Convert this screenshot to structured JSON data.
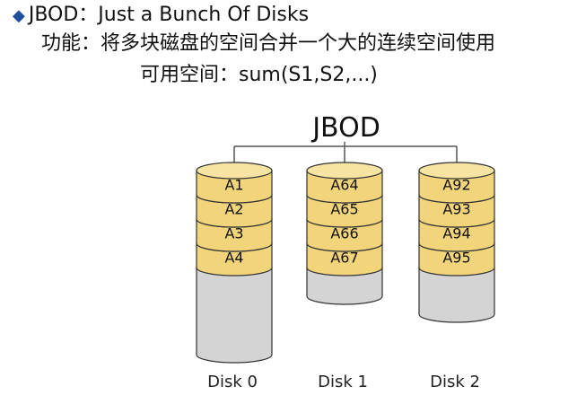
{
  "header": {
    "bullet_icon": "diamond-bullet-icon",
    "line1": "JBOD：Just a Bunch Of Disks",
    "line2": "功能：将多块磁盘的空间合并一个大的连续空间使用",
    "line3": "可用空间：sum(S1,S2,...)"
  },
  "diagram": {
    "title": "JBOD",
    "disks": [
      {
        "label": "Disk 0",
        "blocks": [
          "A1",
          "A2",
          "A3",
          "A4"
        ]
      },
      {
        "label": "Disk 1",
        "blocks": [
          "A64",
          "A65",
          "A66",
          "A67"
        ]
      },
      {
        "label": "Disk 2",
        "blocks": [
          "A92",
          "A93",
          "A94",
          "A95"
        ]
      }
    ],
    "colors": {
      "block_fill": "#f2d57a",
      "block_top": "#f7e4a3",
      "disk_body": "#d4d4d4",
      "outline": "#333333",
      "connector": "#555555"
    }
  }
}
